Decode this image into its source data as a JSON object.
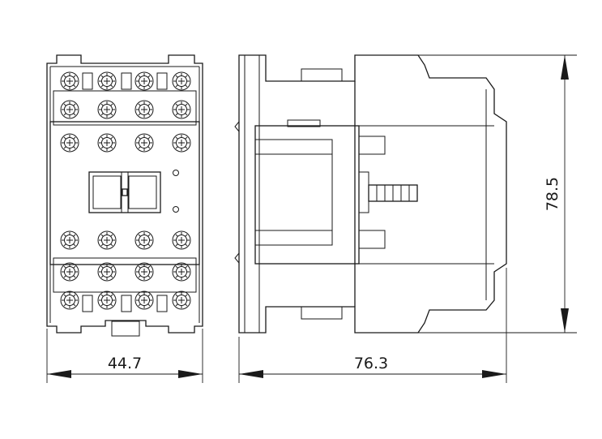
{
  "dimensions": {
    "width": "44.7",
    "depth": "76.3",
    "height": "78.5"
  },
  "front_view": {
    "terminal_rows": 6,
    "terminals_per_row": 4
  }
}
